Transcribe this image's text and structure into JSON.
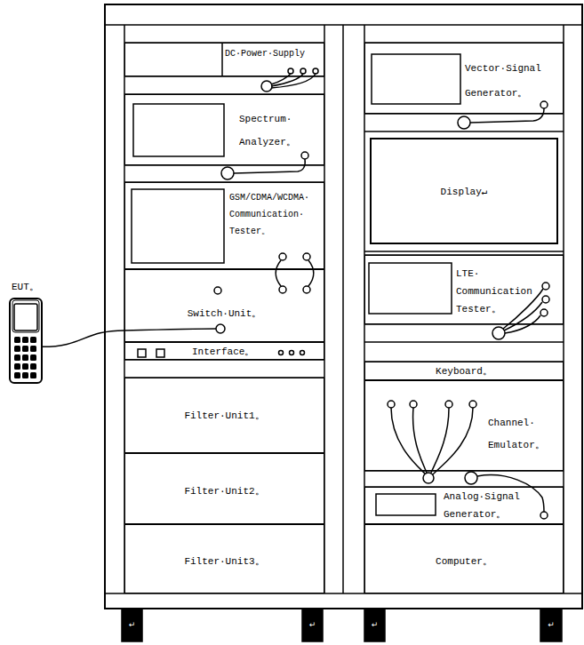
{
  "diagram": {
    "nodes": [
      {
        "text": [
          "DC·Power·Supply"
        ]
      },
      {
        "text": [
          "Spectrum· Analyzer。"
        ]
      },
      {
        "text": [
          "GSM/CDMA/WCDMA· Communication· Tester。"
        ]
      },
      {
        "text": [
          "Switch·Unit。"
        ]
      },
      {
        "text": [
          "Interface。"
        ]
      },
      {
        "text": [
          "Filter·Unit1。"
        ]
      },
      {
        "text": [
          "Filter·Unit2。"
        ]
      },
      {
        "text": [
          "Filter·Unit3。"
        ]
      },
      {
        "text": [
          "Vector·Signal Generator。"
        ]
      },
      {
        "text": [
          "Display↵"
        ]
      },
      {
        "text": [
          "LTE· Communication Tester。"
        ]
      },
      {
        "text": [
          "Keyboard。"
        ]
      },
      {
        "text": [
          "Channel· Emulator。"
        ]
      },
      {
        "text": [
          "Analog·Signal Generator。"
        ]
      },
      {
        "text": [
          "Computer。"
        ]
      },
      {
        "text": [
          "EUT。"
        ]
      }
    ],
    "edges": [
      {
        "from": 15,
        "to": 3,
        "arrow": "none"
      }
    ],
    "labels": [
      "↵",
      "↵",
      "↵",
      "↵"
    ]
  }
}
